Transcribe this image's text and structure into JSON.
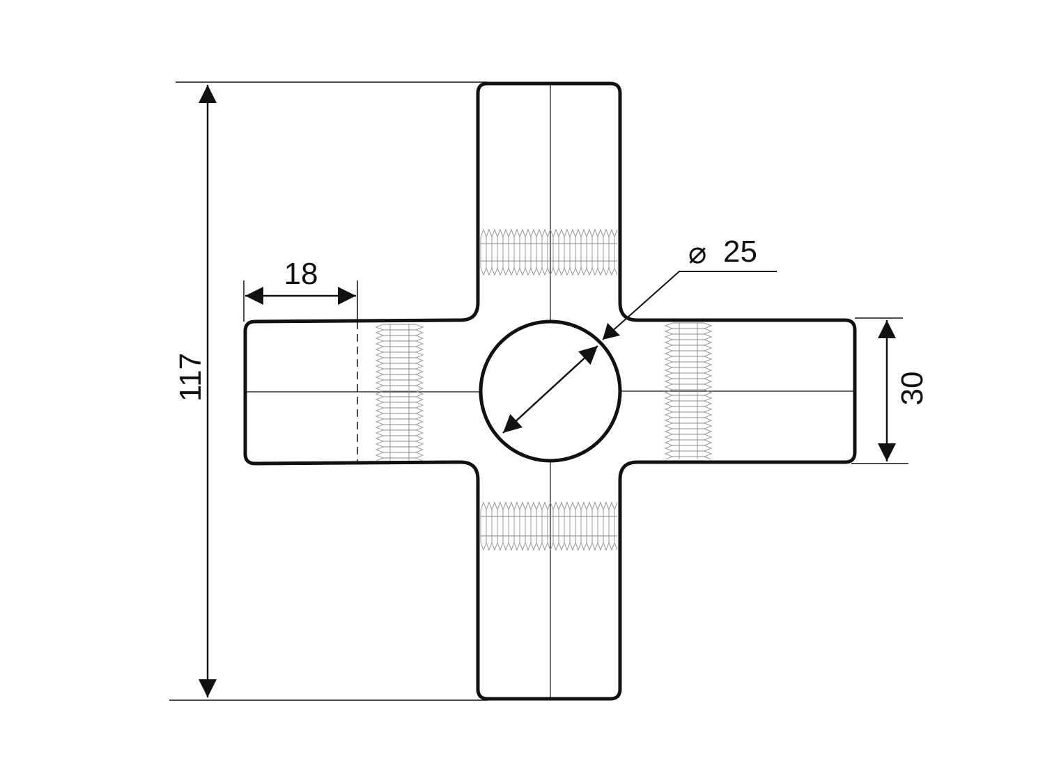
{
  "dimensions": {
    "overall_height": "117",
    "arm_length": "18",
    "hole_diameter_symbol": "⌀",
    "hole_diameter": "25",
    "arm_width": "30"
  },
  "colors": {
    "line": "#111111",
    "thread": "#8a8a8a",
    "background": "#ffffff"
  }
}
